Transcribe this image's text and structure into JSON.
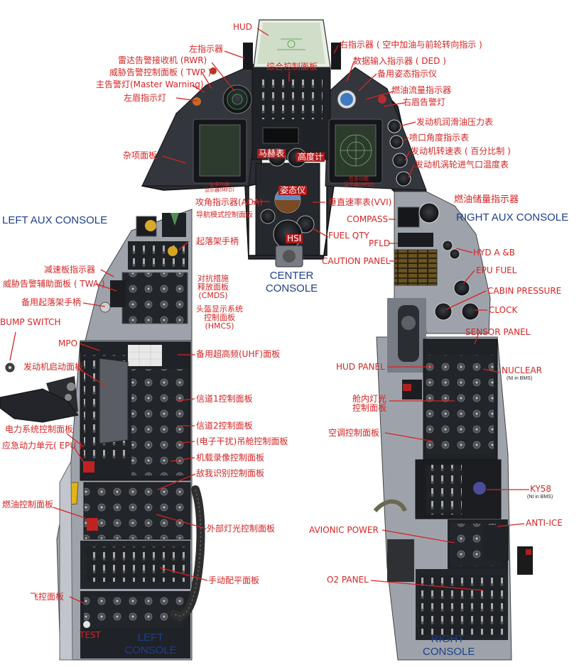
{
  "panels": {
    "center_console": "CENTER\nCONSOLE",
    "left_aux_console": "LEFT AUX CONSOLE",
    "right_aux_console": "RIGHT AUX CONSOLE",
    "left_console": "LEFT\nCONSOLE",
    "right_console": "RIGHT\nCONSOLE"
  },
  "labels": {
    "hud": "HUD",
    "left_indicator": "左指示器",
    "rwr": "雷达告警接收机 (RWR)",
    "twp": "威胁告警控制面板 ( TWP )",
    "master_warning": "主告警灯(Master Warning)",
    "left_eyebrow": "左眉指示灯",
    "icp": "综合控制面板",
    "right_indicator": "右指示器 ( 空中加油与前轮转向指示 )",
    "ded": "数据输入指示器 ( DED )",
    "standby_attitude": "备用姿态指示仪",
    "fuel_flow": "燃油流量指示器",
    "right_eyebrow": "右眉告警灯",
    "misc_panel": "杂项面板",
    "mach": "马赫表",
    "altimeter": "高度计",
    "left_mfd": "左多功能\n显示器(MFD)",
    "right_mfd": "右多功能\n显示器(MFD)",
    "oil_pressure": "发动机润滑油压力表",
    "nozzle": "喷口角度指示表",
    "rpm": "发动机转速表 ( 百分比制 )",
    "ftit": "发动机涡轮进气口温度表",
    "fuel_quantity_indicator": "燃油储量指示器",
    "aoa": "攻角指示器(AOA)",
    "adi": "姿态仪",
    "vvi": "垂直速率表(VVI)",
    "nav_mode": "导航模式控制面板",
    "compass": "COMPASS",
    "fuel_qty": "FUEL QTY",
    "hsi": "HSI",
    "pfld": "PFLD",
    "caution_panel": "CAUTION PANEL",
    "hyd": "HYD A &B",
    "epu_fuel": "EPU FUEL",
    "cabin_pressure": "CABIN PRESSURE",
    "clock": "CLOCK",
    "gear_handle": "起落架手柄",
    "speedbrake": "减速板指示器",
    "twa": "威胁告警辅助面板 ( TWA )",
    "alt_gear": "备用起落架手柄",
    "cmds": "对抗措施\n释放面板\n(CMDS)",
    "hmcs": "头盔显示系统\n控制面板\n(HMCS)",
    "bump_switch": "BUMP SWITCH",
    "mpo": "MPO",
    "engine_start": "发动机启动面板",
    "electrical": "电力系统控制面板",
    "epu": "应急动力单元( EPU )",
    "uhf": "备用超高频(UHF)面板",
    "channel1": "信道1控制面板",
    "channel2": "信道2控制面板",
    "ecm_pod": "(电子干扰)吊舱控制面板",
    "avtr": "机载录像控制面板",
    "iff": "敌我识别控制面板",
    "fuel_control": "燃油控制面板",
    "ext_light": "外部灯光控制面板",
    "manual_trim": "手动配平面板",
    "flight_control": "飞控面板",
    "test": "TEST",
    "sensor_panel": "SENSOR PANEL",
    "hud_panel": "HUD PANEL",
    "nuclear": "NUCLEAR",
    "nuclear_sub": "(NI in BMS)",
    "int_light": "舱内灯光\n控制面板",
    "air_cond": "空调控制面板",
    "ky58": "KY58",
    "ky58_sub": "(NI in BMS)",
    "avionic_power": "AVIONIC POWER",
    "anti_ice": "ANTI-ICE",
    "o2_panel": "O2 PANEL"
  },
  "colors": {
    "label_text": "#d42424",
    "console_title": "#1e3f8a",
    "panel_dark": "#1c1e22",
    "console_grey": "#9ea3ab",
    "pointer": "#d42424"
  },
  "icons": [
    "control-stick-icon",
    "throttle-icon",
    "bump-switch-icon",
    "dial-icon"
  ]
}
